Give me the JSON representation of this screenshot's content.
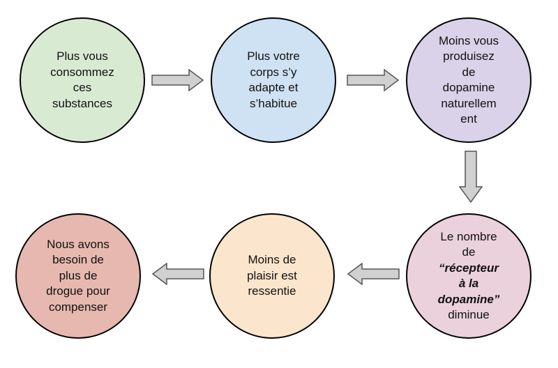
{
  "colors": {
    "green": "#d9ead3",
    "blue": "#cfe2f3",
    "purple": "#d9d2e9",
    "pink": "#ead1dc",
    "peach": "#fce5cd",
    "red": "#e6b8af",
    "arrow_fill": "#d0d0d0",
    "arrow_stroke": "#555555"
  },
  "nodes": {
    "n1": {
      "text": "Plus vous\nconsommez\nces\nsubstances"
    },
    "n2": {
      "text": "Plus votre\ncorps s’y\nadapte et\ns’habitue"
    },
    "n3": {
      "text": "Moins vous\nproduisez\nde\ndopamine\nnaturellem\nent"
    },
    "n4": {
      "before": "Le nombre\nde",
      "emphasis": "“récepteur\nà la\ndopamine”",
      "after": "diminue"
    },
    "n5": {
      "text": "Moins de\nplaisir est\nressentie"
    },
    "n6": {
      "text": "Nous avons\nbesoin de\nplus de\ndrogue pour\ncompenser"
    }
  }
}
